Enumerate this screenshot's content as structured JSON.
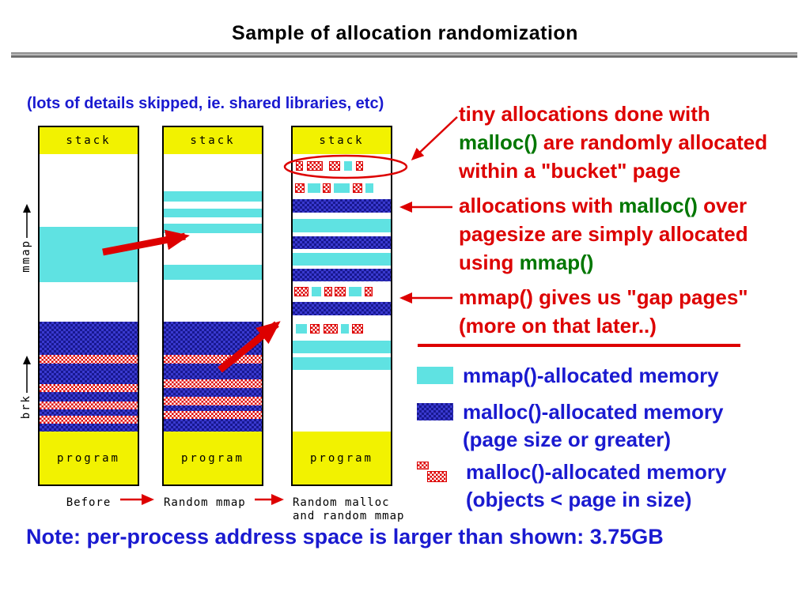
{
  "title": "Sample of allocation randomization",
  "subtitle": "(lots of details skipped, ie. shared libraries, etc)",
  "note": "Note: per-process address space is larger than shown: 3.75GB",
  "stack_label": "stack",
  "program_label": "program",
  "axis": {
    "mmap": "mmap",
    "brk": "brk"
  },
  "colors": {
    "yellow": "#f2f200",
    "cyan": "#5fe2e2",
    "navy": "#181890",
    "navy_light": "#3939cf",
    "red": "#dd0000",
    "red_text": "#dd0000",
    "green_text": "#007700",
    "blue_text": "#1a1ad0"
  },
  "columns": [
    {
      "caption_lines": [
        "Before"
      ],
      "align": "center",
      "bands": [
        [
          "stack",
          34
        ],
        [
          "w",
          92
        ],
        [
          "c",
          70
        ],
        [
          "w",
          50
        ],
        [
          "n",
          42
        ],
        [
          "r",
          11
        ],
        [
          "n",
          26
        ],
        [
          "r",
          10
        ],
        [
          "n",
          12
        ],
        [
          "r",
          10
        ],
        [
          "n",
          8
        ],
        [
          "r",
          10
        ],
        [
          "n",
          10
        ],
        [
          "program",
          67
        ]
      ]
    },
    {
      "caption_lines": [
        "Random mmap"
      ],
      "align": "left",
      "bands": [
        [
          "stack",
          34
        ],
        [
          "w",
          47
        ],
        [
          "c",
          13
        ],
        [
          "w",
          9
        ],
        [
          "c",
          11
        ],
        [
          "w",
          8
        ],
        [
          "c",
          12
        ],
        [
          "w",
          40
        ],
        [
          "c",
          19
        ],
        [
          "w",
          53
        ],
        [
          "n",
          42
        ],
        [
          "r",
          11
        ],
        [
          "n",
          20
        ],
        [
          "r",
          11
        ],
        [
          "n",
          11
        ],
        [
          "r",
          11
        ],
        [
          "n",
          7
        ],
        [
          "r",
          10
        ],
        [
          "n",
          16
        ],
        [
          "program",
          67
        ]
      ]
    },
    {
      "caption_lines": [
        "Random malloc",
        "and random mmap"
      ],
      "align": "left",
      "bands": [
        [
          "stack",
          34
        ],
        [
          "w",
          9
        ],
        [
          "b1",
          12
        ],
        [
          "w",
          16
        ],
        [
          "b2",
          12
        ],
        [
          "w",
          8
        ],
        [
          "n",
          17
        ],
        [
          "w",
          8
        ],
        [
          "c",
          17
        ],
        [
          "w",
          5
        ],
        [
          "n",
          16
        ],
        [
          "w",
          5
        ],
        [
          "c",
          16
        ],
        [
          "w",
          4
        ],
        [
          "n",
          16
        ],
        [
          "w",
          7
        ],
        [
          "b3",
          12
        ],
        [
          "w",
          7
        ],
        [
          "n",
          17
        ],
        [
          "w",
          11
        ],
        [
          "b4",
          12
        ],
        [
          "w",
          9
        ],
        [
          "c",
          16
        ],
        [
          "w",
          5
        ],
        [
          "c",
          16
        ],
        [
          "w",
          78
        ],
        [
          "program",
          67
        ]
      ]
    }
  ],
  "bucket_patterns": {
    "b1": [
      [
        "g",
        4
      ],
      [
        "r",
        9
      ],
      [
        "g",
        5
      ],
      [
        "r",
        20
      ],
      [
        "g",
        8
      ],
      [
        "r",
        14
      ],
      [
        "g",
        5
      ],
      [
        "c",
        10
      ],
      [
        "g",
        5
      ],
      [
        "r",
        9
      ],
      [
        "g",
        35
      ]
    ],
    "b2": [
      [
        "g",
        3
      ],
      [
        "r",
        12
      ],
      [
        "g",
        4
      ],
      [
        "c",
        16
      ],
      [
        "g",
        3
      ],
      [
        "r",
        10
      ],
      [
        "g",
        4
      ],
      [
        "c",
        20
      ],
      [
        "g",
        4
      ],
      [
        "r",
        12
      ],
      [
        "g",
        4
      ],
      [
        "c",
        10
      ],
      [
        "g",
        22
      ]
    ],
    "b3": [
      [
        "g",
        2
      ],
      [
        "r",
        18
      ],
      [
        "g",
        4
      ],
      [
        "c",
        12
      ],
      [
        "g",
        4
      ],
      [
        "r",
        10
      ],
      [
        "g",
        3
      ],
      [
        "r",
        14
      ],
      [
        "g",
        4
      ],
      [
        "c",
        16
      ],
      [
        "g",
        4
      ],
      [
        "r",
        10
      ],
      [
        "g",
        23
      ]
    ],
    "b4": [
      [
        "g",
        4
      ],
      [
        "c",
        14
      ],
      [
        "g",
        4
      ],
      [
        "r",
        12
      ],
      [
        "g",
        5
      ],
      [
        "r",
        18
      ],
      [
        "g",
        4
      ],
      [
        "c",
        10
      ],
      [
        "g",
        4
      ],
      [
        "r",
        14
      ],
      [
        "g",
        35
      ]
    ]
  },
  "annotations": [
    {
      "lines": [
        [
          {
            "t": "tiny allocations done with",
            "c": "red"
          }
        ],
        [
          {
            "t": "malloc()",
            "c": "green"
          },
          {
            "t": " are randomly allocated",
            "c": "red"
          }
        ],
        [
          {
            "t": "within a \"bucket\" page",
            "c": "red"
          }
        ]
      ]
    },
    {
      "lines": [
        [
          {
            "t": "allocations with ",
            "c": "red"
          },
          {
            "t": "malloc()",
            "c": "green"
          },
          {
            "t": " over",
            "c": "red"
          }
        ],
        [
          {
            "t": "pagesize are simply allocated",
            "c": "red"
          }
        ],
        [
          {
            "t": "using ",
            "c": "red"
          },
          {
            "t": "mmap()",
            "c": "green"
          }
        ]
      ]
    },
    {
      "lines": [
        [
          {
            "t": "mmap() gives us \"gap pages\"",
            "c": "red"
          }
        ],
        [
          {
            "t": "(more on that later..)",
            "c": "red"
          }
        ]
      ]
    }
  ],
  "legend": [
    {
      "swatch": "cyan",
      "lines": [
        "mmap()-allocated memory"
      ]
    },
    {
      "swatch": "navy",
      "lines": [
        "malloc()-allocated memory",
        "(page size or greater)"
      ]
    },
    {
      "swatch": "bucket",
      "lines": [
        "malloc()-allocated memory",
        "(objects < page in size)"
      ]
    }
  ]
}
